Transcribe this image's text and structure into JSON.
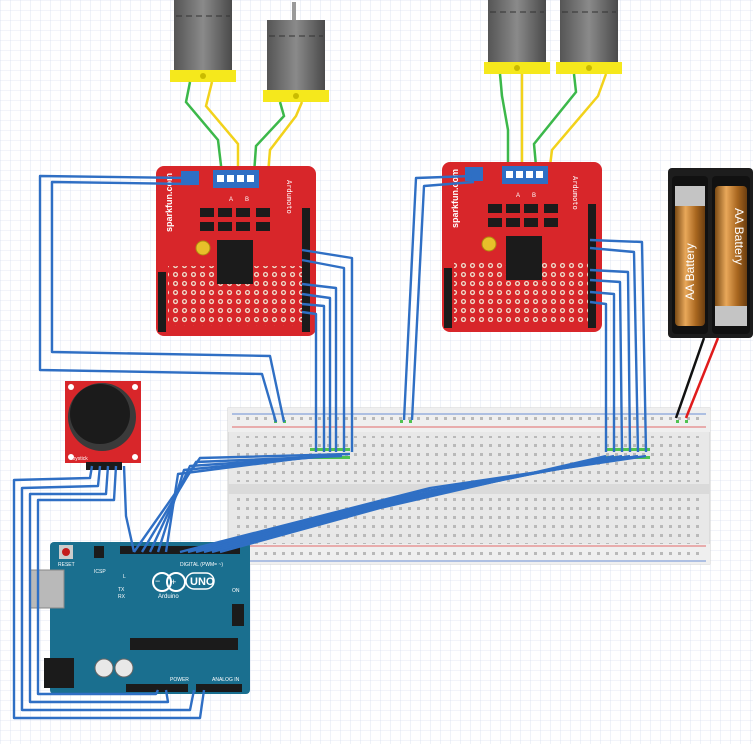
{
  "battery": {
    "cell_left": "AA Battery",
    "cell_right": "AA Battery"
  },
  "shields": {
    "left": {
      "brand": "sparkfun.com",
      "name": "Ardumoto",
      "channel_a": "A",
      "channel_b": "B"
    },
    "right": {
      "brand": "sparkfun.com",
      "name": "Ardumoto",
      "channel_a": "A",
      "channel_b": "B"
    }
  },
  "joystick": {
    "label": "Joystick"
  },
  "arduino": {
    "logo": "UNO",
    "brand": "Arduino",
    "reset_label": "RESET",
    "icsp_label": "ICSP",
    "digital_label": "DIGITAL (PWM= ~)",
    "power_label": "POWER",
    "analog_label": "ANALOG IN",
    "led_l": "L",
    "led_tx": "TX",
    "led_rx": "RX",
    "on_label": "ON"
  },
  "colors": {
    "wire_blue": "#2f6fc4",
    "wire_green": "#3cb84a",
    "wire_yellow": "#f2d21b",
    "wire_red": "#e01b1b",
    "shield_red": "#d8262a",
    "arduino_teal": "#1a6f8f",
    "breadboard": "#e7e7e7",
    "motor_grey": "#6a6a6a",
    "motor_yellow": "#f5e81c"
  }
}
